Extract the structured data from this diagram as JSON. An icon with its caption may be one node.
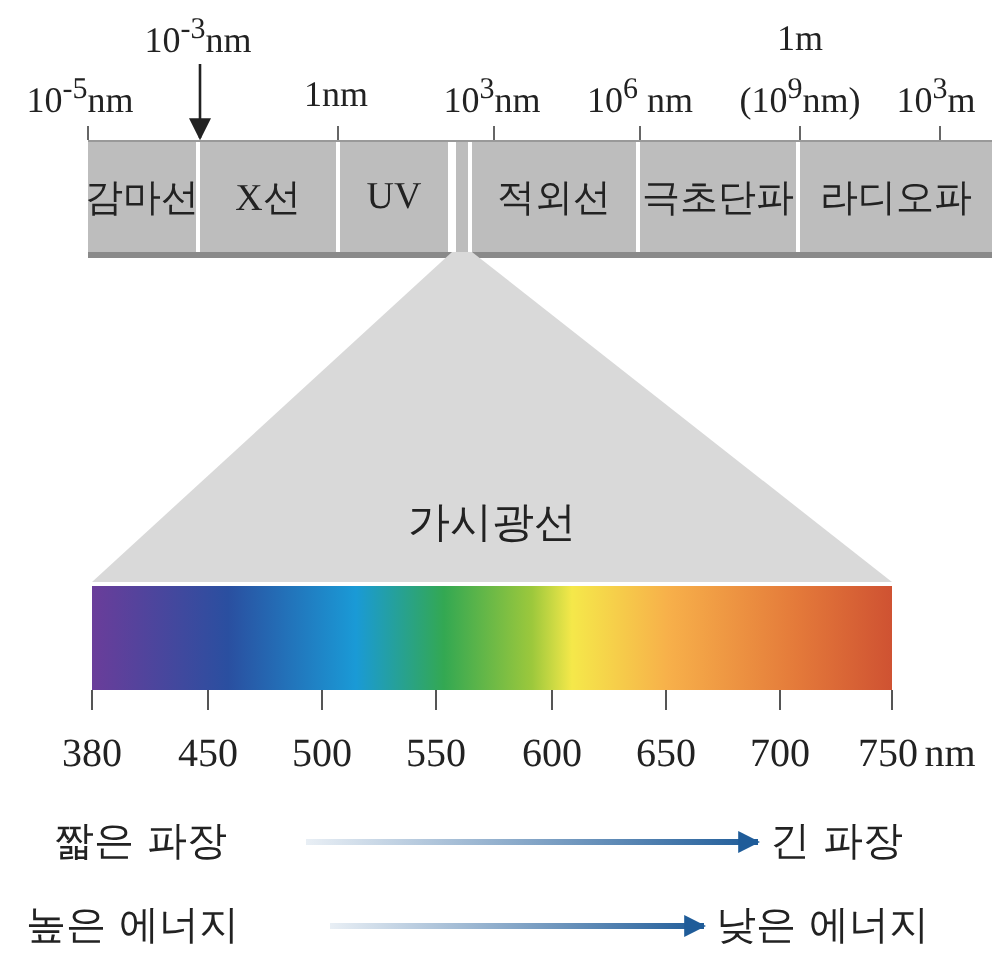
{
  "diagram": {
    "nodes": [
      {
        "text": [
          "감마선"
        ]
      },
      {
        "text": [
          "X선"
        ]
      },
      {
        "text": [
          "UV"
        ]
      },
      {
        "text": [],
        "shape": "bar"
      },
      {
        "text": [
          "적외선"
        ]
      },
      {
        "text": [
          "극초단파"
        ]
      },
      {
        "text": [
          "라디오파"
        ]
      },
      {
        "text": [
          "가시광선"
        ]
      },
      {
        "text": [
          "짧은 파장"
        ]
      },
      {
        "text": [
          "긴 파장"
        ]
      },
      {
        "text": [
          "높은 에너지"
        ]
      },
      {
        "text": [
          "낮은 에너지"
        ]
      },
      {
        "text": [
          "10$^{-3}$nm"
        ]
      },
      {
        "text": [],
        "shape": "bar"
      }
    ],
    "edges": [
      {
        "from": 8,
        "to": 9,
        "arrow": "to"
      },
      {
        "from": 10,
        "to": 11,
        "arrow": "to"
      },
      {
        "from": 12,
        "to": 0,
        "arrow": "to",
        "color": "#222222"
      }
    ],
    "labels": [
      "10$^{-5}$nm",
      "1nm",
      "10$^{3}$nm",
      "10$^{6}$ nm",
      "1m",
      "(10$^{9}$nm)",
      "10$^{3}$m",
      "380",
      "450",
      "500",
      "550",
      "600",
      "650",
      "700",
      "750",
      "nm"
    ]
  }
}
